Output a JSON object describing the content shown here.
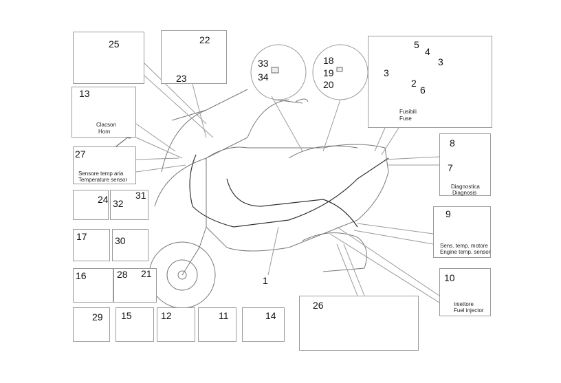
{
  "callouts": {
    "p1": "1",
    "p2": "2",
    "p3a": "3",
    "p3b": "3",
    "p4": "4",
    "p5": "5",
    "p6": "6",
    "p7": "7",
    "p8": "8",
    "p9": "9",
    "p10": "10",
    "p11": "11",
    "p12": "12",
    "p13": "13",
    "p14": "14",
    "p15": "15",
    "p16": "16",
    "p17": "17",
    "p18": "18",
    "p19": "19",
    "p20": "20",
    "p21": "21",
    "p22": "22",
    "p23": "23",
    "p24": "24",
    "p25": "25",
    "p26": "26",
    "p27": "27",
    "p28": "28",
    "p29": "29",
    "p30": "30",
    "p31": "31",
    "p32": "32",
    "p33": "33",
    "p34": "34"
  },
  "captions": {
    "horn_it": "Clacson",
    "horn_en": "Horn",
    "temp_it": "Sensore temp aria",
    "temp_en": "Temperature sensor",
    "fuse_it": "Fusibili",
    "fuse_en": "Fuse",
    "diag_it": "Diagnostica",
    "diag_en": "Diagnosis",
    "engine_it": "Sens. temp. motore",
    "engine_en": "Engine temp. sensor",
    "inj_it": "Iniettore",
    "inj_en": "Fuel injector"
  },
  "colors": {
    "line": "#9a9a9a",
    "drawing": "#555555"
  }
}
